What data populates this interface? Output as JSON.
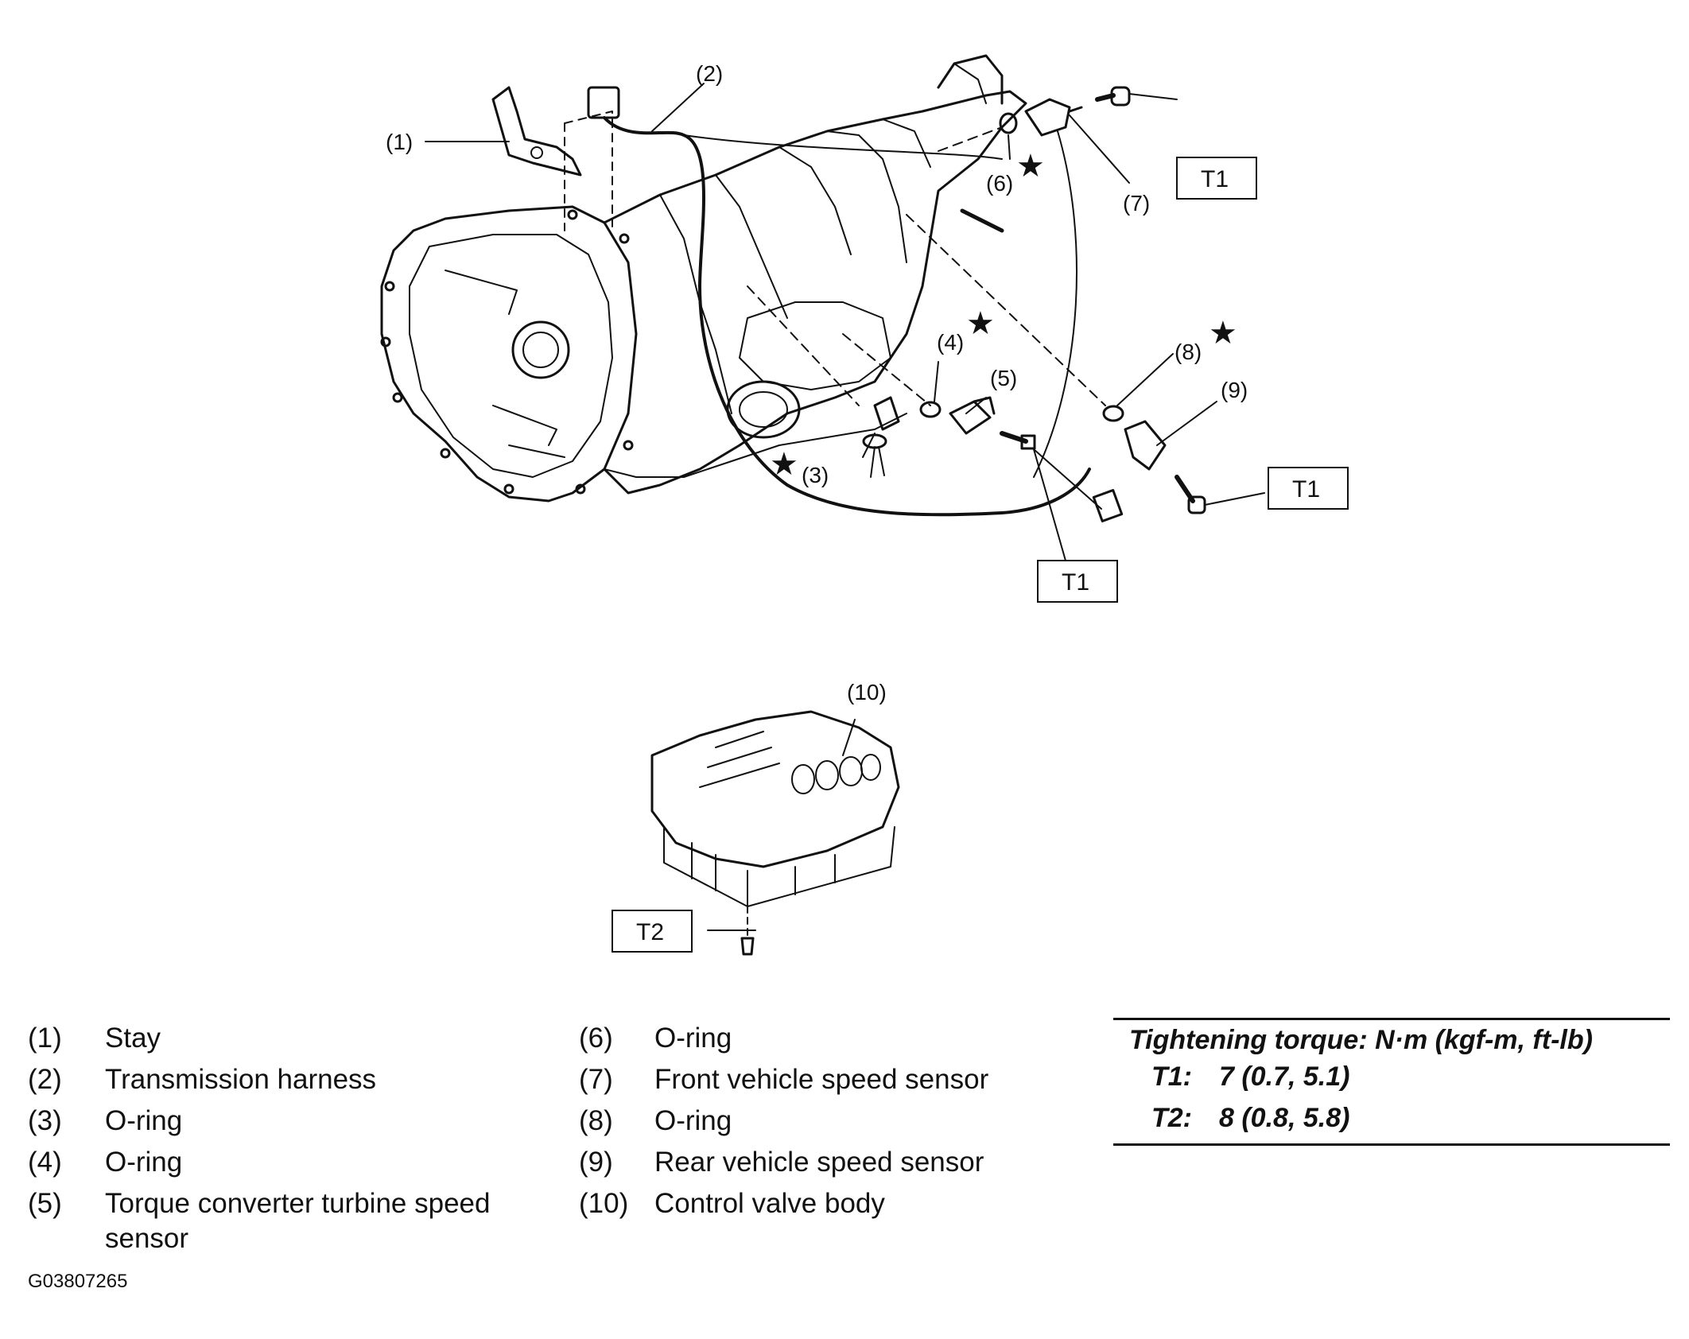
{
  "callouts": {
    "c1": "(1)",
    "c2": "(2)",
    "c3": "(3)",
    "c4": "(4)",
    "c5": "(5)",
    "c6": "(6)",
    "c7": "(7)",
    "c8": "(8)",
    "c9": "(9)",
    "c10": "(10)"
  },
  "torque_boxes": {
    "t1": "T1",
    "t2": "T2"
  },
  "marker_symbol": "★",
  "legend": {
    "left": [
      {
        "num": "(1)",
        "label": "Stay"
      },
      {
        "num": "(2)",
        "label": "Transmission harness"
      },
      {
        "num": "(3)",
        "label": "O-ring"
      },
      {
        "num": "(4)",
        "label": "O-ring"
      },
      {
        "num": "(5)",
        "label": "Torque converter turbine speed sensor"
      }
    ],
    "right": [
      {
        "num": "(6)",
        "label": "O-ring"
      },
      {
        "num": "(7)",
        "label": "Front vehicle speed sensor"
      },
      {
        "num": "(8)",
        "label": "O-ring"
      },
      {
        "num": "(9)",
        "label": "Rear vehicle speed sensor"
      },
      {
        "num": "(10)",
        "label": "Control valve body"
      }
    ]
  },
  "torque": {
    "heading": "Tightening torque: N·m (kgf-m, ft-lb)",
    "rows": [
      {
        "key": "T1:",
        "value": "7 (0.7, 5.1)"
      },
      {
        "key": "T2:",
        "value": "8 (0.8, 5.8)"
      }
    ]
  },
  "figure_code": "G03807265"
}
